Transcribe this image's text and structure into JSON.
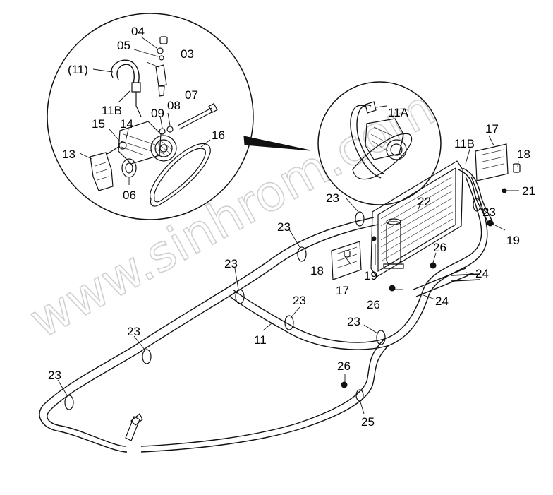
{
  "watermark": "www.sinhrom.com",
  "labels": {
    "l_04": "04",
    "l_05": "05",
    "l_03": "03",
    "l_11p": "(11)",
    "l_07": "07",
    "l_11B_detail": "11B",
    "l_08": "08",
    "l_09": "09",
    "l_16": "16",
    "l_15": "15",
    "l_14": "14",
    "l_13": "13",
    "l_06": "06",
    "l_11A": "11A",
    "l_17_top": "17",
    "l_11B_main": "11B",
    "l_18_right": "18",
    "l_21": "21",
    "l_22": "22",
    "l_23_a": "23",
    "l_23_b": "23",
    "l_23_c": "23",
    "l_23_d": "23",
    "l_23_e": "23",
    "l_23_f": "23",
    "l_23_g": "23",
    "l_23_h": "23",
    "l_19_right": "19",
    "l_26_a": "26",
    "l_24_a": "24",
    "l_24_b": "24",
    "l_26_b": "26",
    "l_18_mid": "18",
    "l_19_mid": "19",
    "l_17_mid": "17",
    "l_11": "11",
    "l_26_c": "26",
    "l_25": "25"
  }
}
